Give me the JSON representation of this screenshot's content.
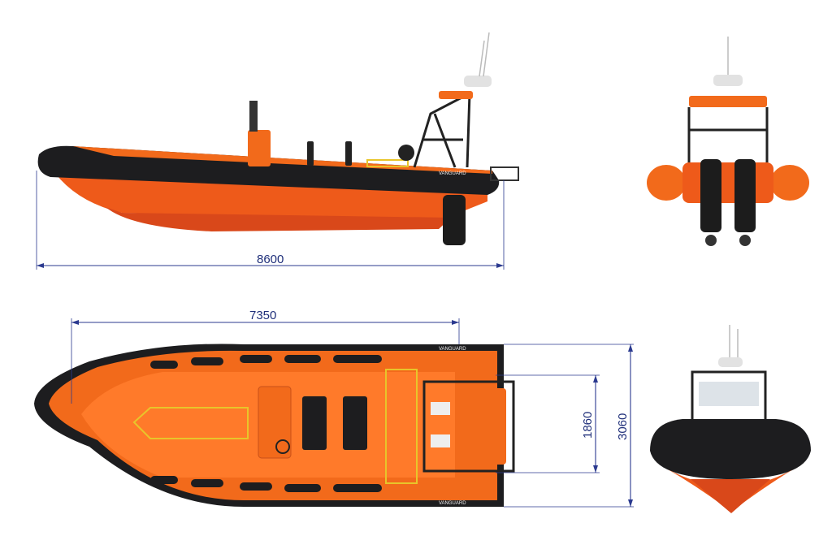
{
  "dimensions": {
    "length_overall": "8600",
    "hull_length": "7350",
    "beam_overall": "3060",
    "inner_beam": "1860"
  },
  "branding": {
    "side_logo": "VANGUARD",
    "top_logo_port": "VANGUARD",
    "top_logo_starboard": "VANGUARD"
  },
  "colors": {
    "hull_orange": "#ee5a1a",
    "tube_black": "#1d1d1f",
    "dimension_blue": "#2b3a8f",
    "ladder_yellow": "#e8c52a"
  }
}
